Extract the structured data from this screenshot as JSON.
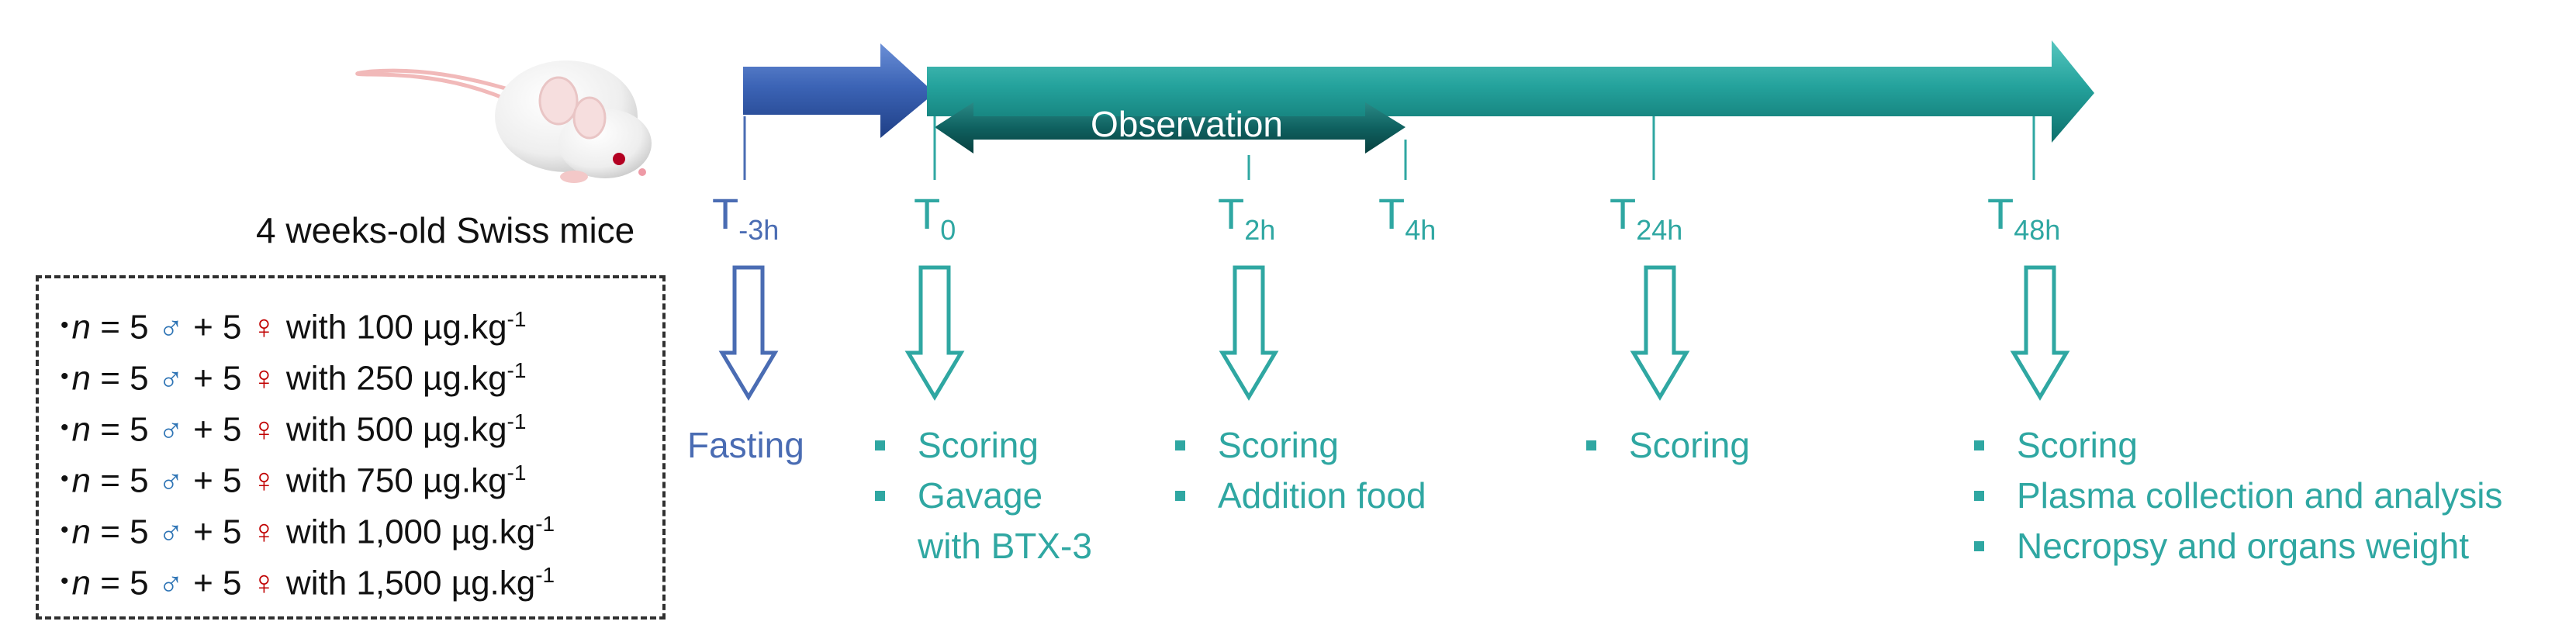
{
  "mouse_label": "4 weeks-old Swiss mice",
  "phase_label": "Observation",
  "colors": {
    "blue": "#4a6cb3",
    "teal": "#2fa7a2",
    "dark_teal": "#0f5f5e",
    "male": "#2e74b5",
    "female": "#c00000"
  },
  "timepoints": [
    {
      "main": "T",
      "sub": "-3h",
      "color": "blue"
    },
    {
      "main": "T",
      "sub": "0",
      "color": "teal"
    },
    {
      "main": "T",
      "sub": "2h",
      "color": "teal"
    },
    {
      "main": "T",
      "sub": "4h",
      "color": "teal"
    },
    {
      "main": "T",
      "sub": "24h",
      "color": "teal"
    },
    {
      "main": "T",
      "sub": "48h",
      "color": "teal"
    }
  ],
  "actions": [
    {
      "text": "Fasting"
    },
    {
      "bullets": [
        "Scoring",
        "Gavage",
        "with BTX-3"
      ]
    },
    {
      "bullets": [
        "Scoring",
        "Addition food"
      ]
    },
    {
      "bullets": [
        "Scoring"
      ]
    },
    {
      "bullets": [
        "Scoring",
        "Plasma collection and analysis",
        "Necropsy and organs weight"
      ]
    }
  ],
  "doses": {
    "n_var": "n",
    "equals": " = 5 ",
    "male_symbol": "♂",
    "plus": " + 5 ",
    "female_symbol": "♀",
    "with": " with ",
    "unit": " µg.kg",
    "exponent": "-1",
    "bullet": "•",
    "values": [
      "100",
      "250",
      "500",
      "750",
      "1,000",
      "1,500"
    ]
  }
}
